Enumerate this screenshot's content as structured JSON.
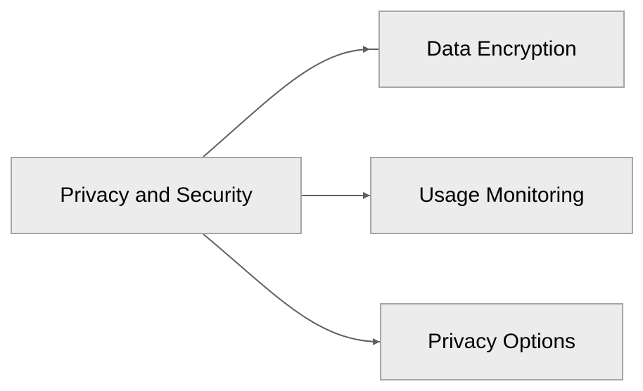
{
  "diagram": {
    "root": {
      "label": "Privacy and Security"
    },
    "children": [
      {
        "label": "Data Encryption"
      },
      {
        "label": "Usage Monitoring"
      },
      {
        "label": "Privacy Options"
      }
    ],
    "colors": {
      "node_fill": "#ececec",
      "node_border": "#a6a6a6",
      "edge": "#606060",
      "text": "#000000"
    }
  }
}
